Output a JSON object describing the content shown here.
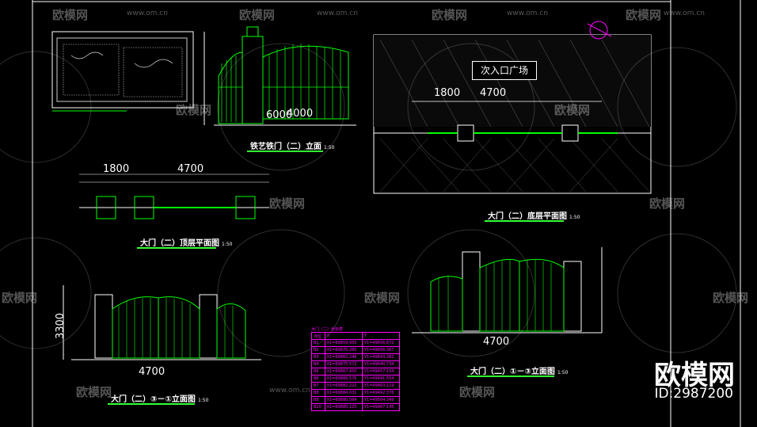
{
  "titles": {
    "gate_elevation": "铁艺铁门（二）立面",
    "ground_plan": "大门（二）底层平面图",
    "top_plan": "大门（二）顶层平面图",
    "elev_3_1": "大门（二）③－①立面图",
    "elev_1_3": "大门（二）①－③立面图",
    "scale": "1:50"
  },
  "plaza_label": "次入口广场",
  "watermark": {
    "brand": "欧模网",
    "url": "www.om.cn"
  },
  "brand": {
    "name": "欧模网",
    "id": "ID:2987200"
  },
  "dims": {
    "d6000": "6000",
    "d4000": "4000",
    "d4700": "4700",
    "d1800": "1800",
    "d3300": "3300"
  },
  "table": {
    "title": "大门（二）坐标表",
    "header": [
      "点位",
      "X",
      "Y"
    ],
    "rows": [
      [
        "B1",
        "X1=69859.955",
        "Y1=49656.872"
      ],
      [
        "B2",
        "X1=69876.265",
        "Y1=49656.367"
      ],
      [
        "B3",
        "X1=69860.246",
        "Y1=49643.382"
      ],
      [
        "B4",
        "X1=69875.572",
        "Y1=49640.734"
      ],
      [
        "B5",
        "X1=69867.455",
        "Y1=49457.154"
      ],
      [
        "B6",
        "X1=69886.576",
        "Y1=49491.554"
      ],
      [
        "B7",
        "X1=69882.222",
        "Y1=49463.119"
      ],
      [
        "B8",
        "X1=69884.031",
        "Y1=49492.376"
      ],
      [
        "B9",
        "X1=69880.564",
        "Y1=49504.349"
      ],
      [
        "B10",
        "X1=69880.125",
        "Y1=49467.145"
      ]
    ]
  },
  "colors": {
    "bg": "#000000",
    "line": "#00ff00",
    "accent": "#ff00ff",
    "dim": "#ffffff"
  }
}
